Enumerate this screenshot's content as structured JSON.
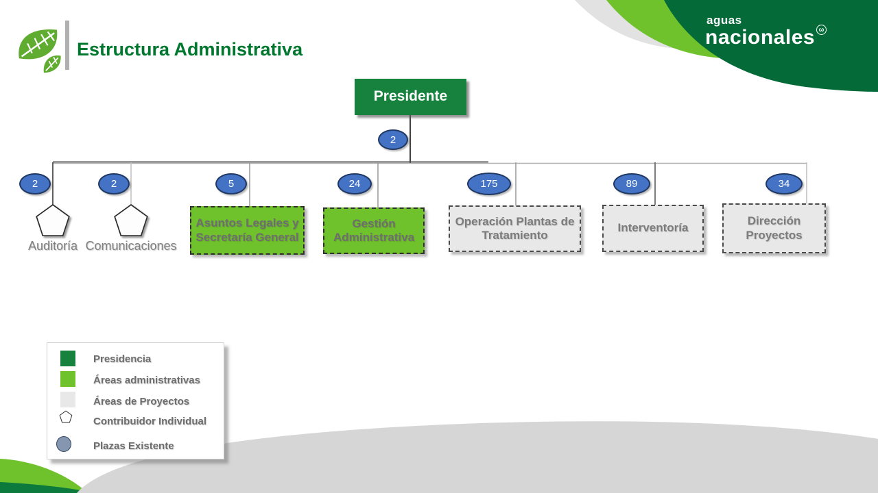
{
  "header": {
    "title": "Estructura Administrativa"
  },
  "brand": {
    "top": "aguas",
    "bottom": "nacionales",
    "mark": "ω"
  },
  "chart": {
    "root": {
      "label": "Presidente",
      "badge": "2"
    },
    "nodes": [
      {
        "label": "Auditoría",
        "badge": "2",
        "type": "contribuidor-individual"
      },
      {
        "label": "Comunicaciones",
        "badge": "2",
        "type": "contribuidor-individual"
      },
      {
        "label": "Asuntos Legales y Secretaría General",
        "badge": "5",
        "type": "area-administrativa"
      },
      {
        "label": "Gestión Administrativa",
        "badge": "24",
        "type": "area-administrativa"
      },
      {
        "label": "Operación Plantas de Tratamiento",
        "badge": "175",
        "type": "area-de-proyectos"
      },
      {
        "label": "Interventoría",
        "badge": "89",
        "type": "area-de-proyectos"
      },
      {
        "label": "Dirección Proyectos",
        "badge": "34",
        "type": "area-de-proyectos"
      }
    ]
  },
  "legend": {
    "items": [
      {
        "label": "Presidencia",
        "swatch": "dark-green-square"
      },
      {
        "label": "Áreas administrativas",
        "swatch": "lime-square"
      },
      {
        "label": "Áreas de Proyectos",
        "swatch": "gray-square"
      },
      {
        "label": "Contribuidor Individual",
        "swatch": "pentagon-outline"
      },
      {
        "label": "Plazas Existente",
        "swatch": "blue-oval"
      }
    ]
  },
  "colors": {
    "presidencia": "#17813E",
    "areas_administrativas": "#6FC22B",
    "areas_proyectos": "#E9E8E8",
    "badge_fill": "#4472C4",
    "badge_border": "#1F3864",
    "brand_green": "#046A38",
    "title_green": "#00772E"
  }
}
